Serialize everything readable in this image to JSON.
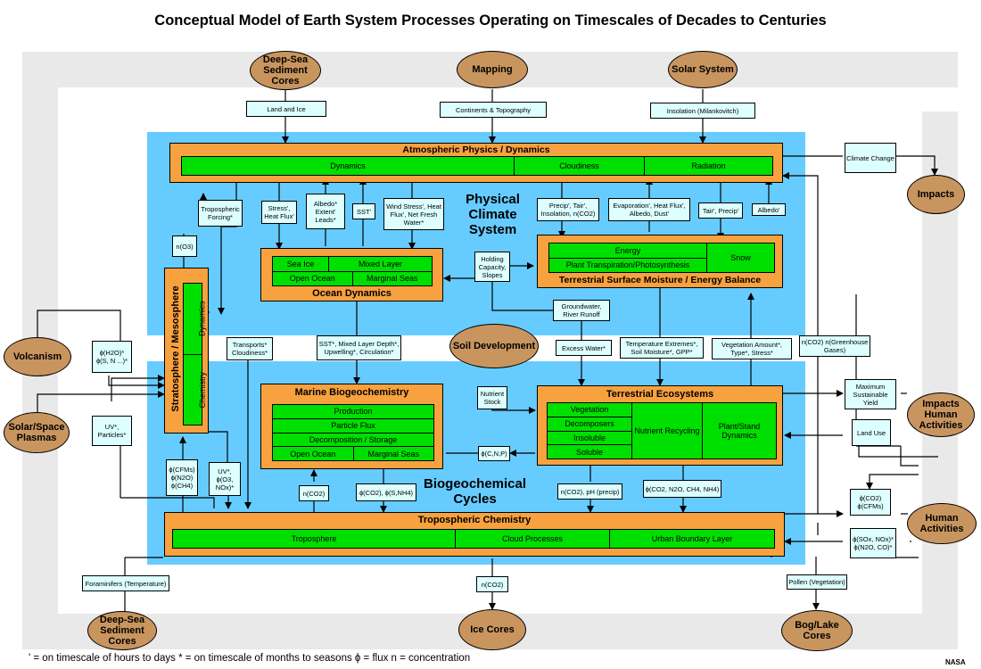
{
  "title": "Conceptual Model of Earth System Processes Operating on Timescales of Decades to Centuries",
  "credit": "NASA",
  "legend": "' = on timescale of hours to days   * = on timescale of months to seasons   ϕ = flux   n = concentration",
  "colors": {
    "subsystem_region": "#66ccff",
    "process_box": "#f7a13f",
    "component_box": "#00e000",
    "interaction_label": "#ddffff",
    "external_driver": "#c9955f",
    "background_band": "#e9e9e9"
  },
  "regions": {
    "physical": "Physical Climate System",
    "biogeochemical": "Biogeochemical Cycles"
  },
  "processes": {
    "atmos": {
      "title": "Atmospheric Physics / Dynamics",
      "cells": [
        "Dynamics",
        "Cloudiness",
        "Radiation"
      ]
    },
    "ocean": {
      "title": "Ocean Dynamics",
      "cells": [
        [
          "Sea Ice",
          "Mixed Layer"
        ],
        [
          "Open Ocean",
          "Marginal Seas"
        ]
      ]
    },
    "terr_surface": {
      "title": "Terrestrial Surface Moisture / Energy Balance",
      "cells": [
        "Energy",
        "Plant Transpiration/Photosynthesis",
        "Snow"
      ]
    },
    "strat": {
      "title": "Stratosphere / Mesosphere",
      "cells": [
        "Dynamics",
        "Chemistry"
      ]
    },
    "marine": {
      "title": "Marine Biogeochemistry",
      "cells": [
        "Production",
        "Particle Flux",
        "Decomposition / Storage",
        "Open Ocean",
        "Marginal Seas"
      ]
    },
    "terr_eco": {
      "title": "Terrestrial Ecosystems",
      "cells": [
        "Vegetation",
        "Decomposers",
        "Insoluble",
        "Soluble",
        "Nutrient Recycling",
        "Plant/Stand Dynamics"
      ]
    },
    "tropo": {
      "title": "Tropospheric Chemistry",
      "cells": [
        "Troposphere",
        "Cloud Processes",
        "Urban Boundary Layer"
      ]
    }
  },
  "drivers": {
    "deep_sea_top": "Deep-Sea Sediment Cores",
    "mapping": "Mapping",
    "solar_system": "Solar System",
    "impacts": "Impacts",
    "volcanism": "Volcanism",
    "solar_plasmas": "Solar/Space Plasmas",
    "soil": "Soil Development",
    "impacts_human": "Impacts Human Activities",
    "human": "Human Activities",
    "deep_sea_bottom": "Deep-Sea Sediment Cores",
    "ice": "Ice Cores",
    "bog": "Bog/Lake Cores"
  },
  "labels": {
    "land_ice": "Land and Ice",
    "continents": "Continents & Topography",
    "insolation": "Insolation (Milankovitch)",
    "climate_change": "Climate Change",
    "trop_forcing": "Tropospheric Forcing*",
    "stress_heat": "Stress', Heat Flux'",
    "albedo_extent": "Albedo* Extent' Leads*",
    "sst1": "SST'",
    "wind_stress": "Wind Stress', Heat Flux', Net Fresh Water*",
    "precip_tair": "Precip', Tair', Insolation, n(CO2)",
    "evaporation": "Evaporation', Heat Flux', Albedo, Dust'",
    "tair_precip": "Tair', Precip'",
    "albedo2": "Albedo'",
    "no3": "n(O3)",
    "holding": "Holding Capacity, Slopes",
    "groundwater": "Groundwater, River Runoff",
    "h2o": "ϕ(H2O)* ϕ(S, N ...)*",
    "uv_particles": "UV*, Particles*",
    "transports": "Transports* Cloudiness*",
    "sst_mixed": "SST*, Mixed Layer Depth*, Upwelling*, Circulation*",
    "excess_water": "Excess Water*",
    "temp_extremes": "Temperature Extremes*, Soil Moisture*, GPP*",
    "veg_amount": "Vegetation Amount*, Type*, Stress*",
    "nco2_gh": "n(CO2) n(Greenhouse Gases)",
    "nutrient": "Nutrient Stock",
    "max_yield": "Maximum Sustainable Yield",
    "land_use": "Land Use",
    "cnp": "ϕ(C,N,P)",
    "cfms": "ϕ(CFMs) ϕ(N2O) ϕ(CH4)",
    "uv_o3": "UV*, ϕ(O3, NOx)*",
    "nco2_1": "n(CO2)",
    "co2_s": "ϕ(CO2), ϕ(S,NH4)",
    "nco2_ph": "n(CO2), pH (precip)",
    "co2_n2o": "ϕ(CO2, N2O, CH4, NH4)",
    "co2_cfms": "ϕ(CO2) ϕ(CFMs)",
    "sox": "ϕ(SOx, NOx)* ϕ(N2O, CO)*",
    "forams": "Foraminifers (Temperature)",
    "nco2_2": "n(CO2)",
    "pollen": "Pollen (Vegetation)"
  }
}
